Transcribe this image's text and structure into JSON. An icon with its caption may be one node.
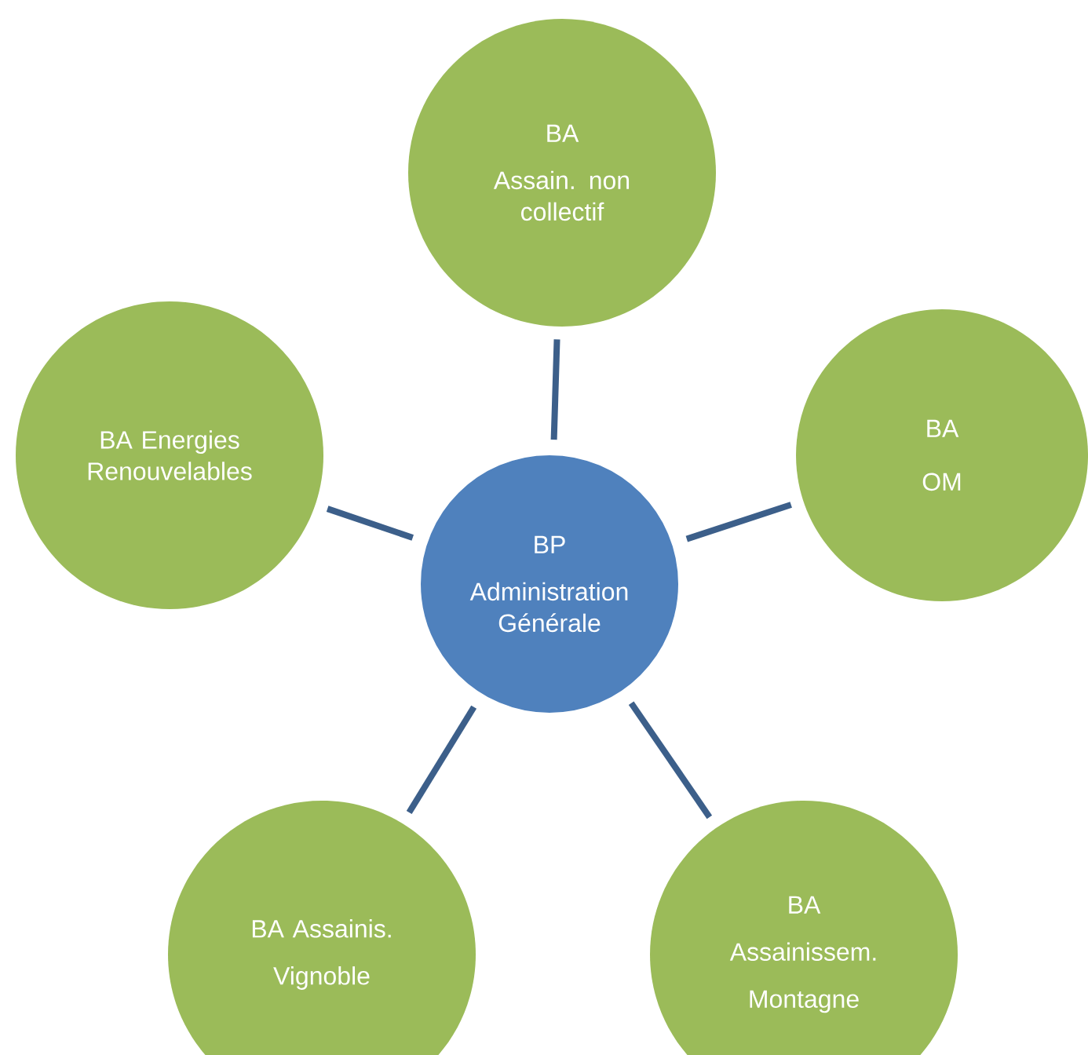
{
  "diagram": {
    "nodes": [
      {
        "text": [
          "BA",
          "Assain. non collectif"
        ]
      },
      {
        "text": [
          "BA Energies Renouvelables"
        ]
      },
      {
        "text": [
          "BA",
          "OM"
        ]
      },
      {
        "text": [
          "BP",
          "Administration Générale"
        ]
      },
      {
        "text": [
          "BA Assainis.",
          "Vignoble"
        ]
      },
      {
        "text": [
          "BA",
          "Assainissem.",
          "Montagne"
        ]
      }
    ],
    "edges": [
      {
        "from": 3,
        "to": 0,
        "arrow": "none"
      },
      {
        "from": 3,
        "to": 1,
        "arrow": "none"
      },
      {
        "from": 3,
        "to": 2,
        "arrow": "none"
      },
      {
        "from": 3,
        "to": 4,
        "arrow": "none"
      },
      {
        "from": 3,
        "to": 5,
        "arrow": "none"
      }
    ]
  }
}
